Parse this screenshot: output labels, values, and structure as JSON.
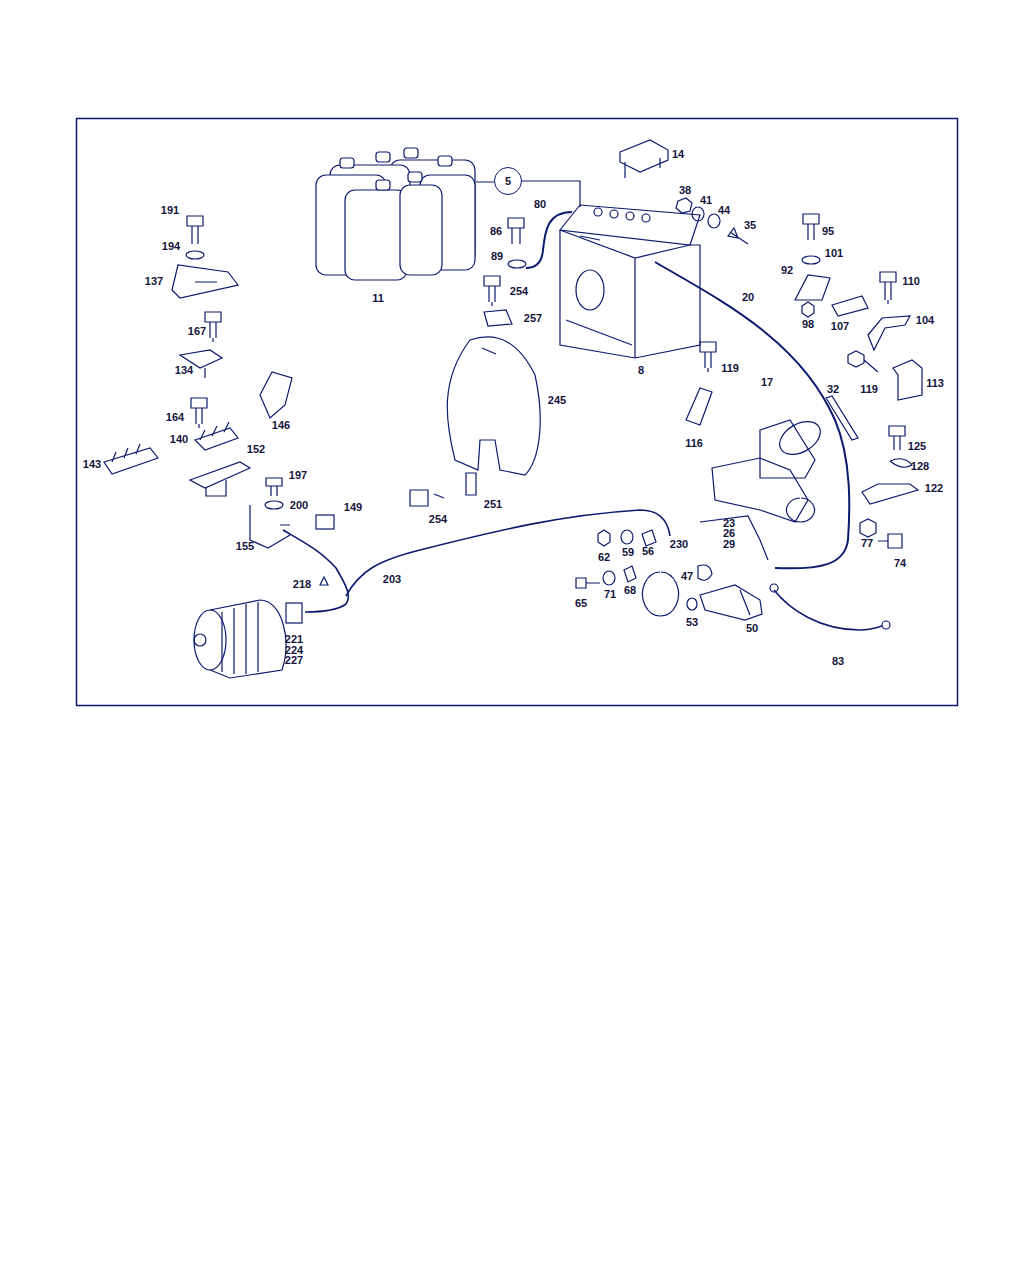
{
  "diagram": {
    "nodes": [
      {
        "text": [
          "5"
        ]
      }
    ],
    "labels": [
      "14",
      "191",
      "38",
      "41",
      "44",
      "80",
      "35",
      "95",
      "86",
      "194",
      "89",
      "101",
      "92",
      "110",
      "137",
      "20",
      "254",
      "11",
      "257",
      "98",
      "107",
      "104",
      "167",
      "119",
      "8",
      "134",
      "245",
      "17",
      "32",
      "119",
      "113",
      "164",
      "146",
      "116",
      "140",
      "152",
      "125",
      "143",
      "128",
      "197",
      "122",
      "200",
      "149",
      "254",
      "251",
      "23",
      "26",
      "29",
      "77",
      "62",
      "59",
      "56",
      "230",
      "155",
      "74",
      "47",
      "203",
      "218",
      "65",
      "71",
      "68",
      "53",
      "50",
      "221",
      "224",
      "227",
      "83"
    ]
  }
}
